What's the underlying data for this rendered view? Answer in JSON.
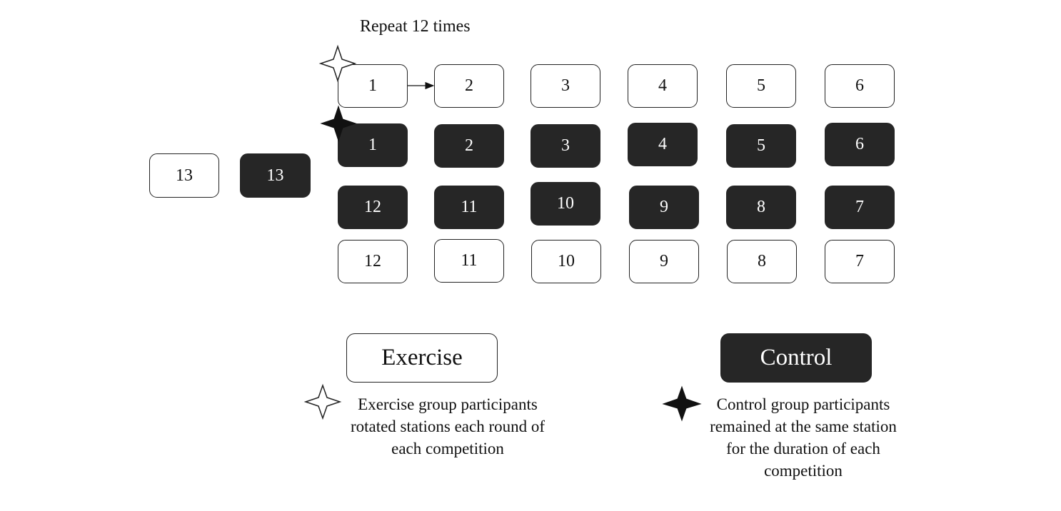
{
  "diagram": {
    "title": "Repeat 12 times",
    "standalone": {
      "exercise_label": "13",
      "control_label": "13"
    },
    "rows": {
      "exercise_top": [
        "1",
        "2",
        "3",
        "4",
        "5",
        "6"
      ],
      "control_top": [
        "1",
        "2",
        "3",
        "4",
        "5",
        "6"
      ],
      "control_bottom": [
        "12",
        "11",
        "10",
        "9",
        "8",
        "7"
      ],
      "exercise_bottom": [
        "12",
        "11",
        "10",
        "9",
        "8",
        "7"
      ]
    }
  },
  "legend": {
    "exercise": {
      "label": "Exercise",
      "note_lines": [
        "Exercise group participants",
        "rotated stations each round of",
        "each competition"
      ],
      "marker_icon": "white-four-point-star"
    },
    "control": {
      "label": "Control",
      "note_lines": [
        "Control group participants",
        "remained at the same station",
        "for the duration of each",
        "competition"
      ],
      "marker_icon": "black-four-point-star"
    }
  },
  "colors": {
    "control_fill": "#262626",
    "exercise_fill": "#ffffff",
    "outline": "#222222"
  }
}
